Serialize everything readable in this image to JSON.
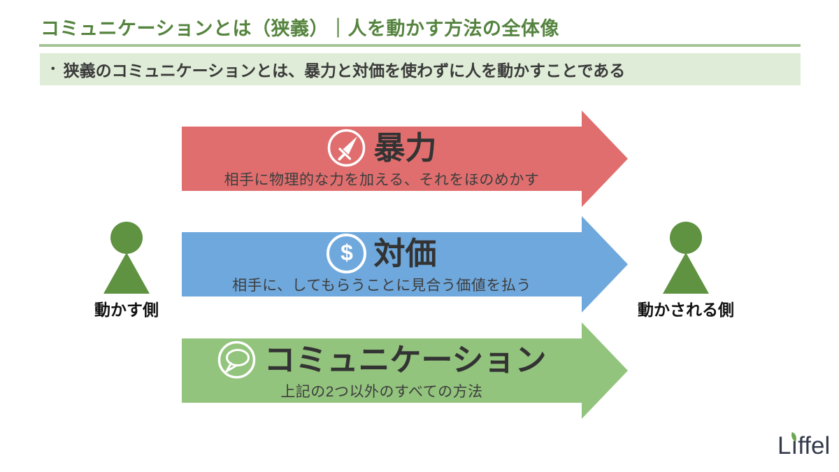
{
  "header": {
    "title": "コミュニケーションとは（狭義）｜人を動かす方法の全体像"
  },
  "summary": {
    "bullet": "•",
    "text": "狭義のコミュニケーションとは、暴力と対価を使わずに人を動かすことである"
  },
  "arrows": [
    {
      "title": "暴力",
      "subtitle": "相手に物理的な力を加える、それをほのめかす",
      "color": "#e06e6e",
      "icon": "sword-icon"
    },
    {
      "title": "対価",
      "subtitle": "相手に、してもらうことに見合う価値を払う",
      "color": "#6fa8dc",
      "icon": "dollar-icon",
      "icon_glyph": "$"
    },
    {
      "title": "コミュニケーション",
      "subtitle": "上記の2つ以外のすべての方法",
      "color": "#93c47d",
      "icon": "speech-bubble-icon"
    }
  ],
  "actors": {
    "mover": {
      "label": "動かす側"
    },
    "moved": {
      "label": "動かされる側"
    }
  },
  "logo": {
    "brand": "Liffel",
    "l": "L",
    "i": "ı",
    "rest": "ffel"
  },
  "colors": {
    "title_green": "#55843f",
    "underline_green": "#a4c498",
    "summary_bg": "#dfecd7",
    "violence_red": "#e06e6e",
    "compensation_blue": "#6fa8dc",
    "communication_green": "#93c47d",
    "person_green": "#5f9241",
    "logo_navy": "#333a4b",
    "leaf_green": "#6aa84f"
  }
}
